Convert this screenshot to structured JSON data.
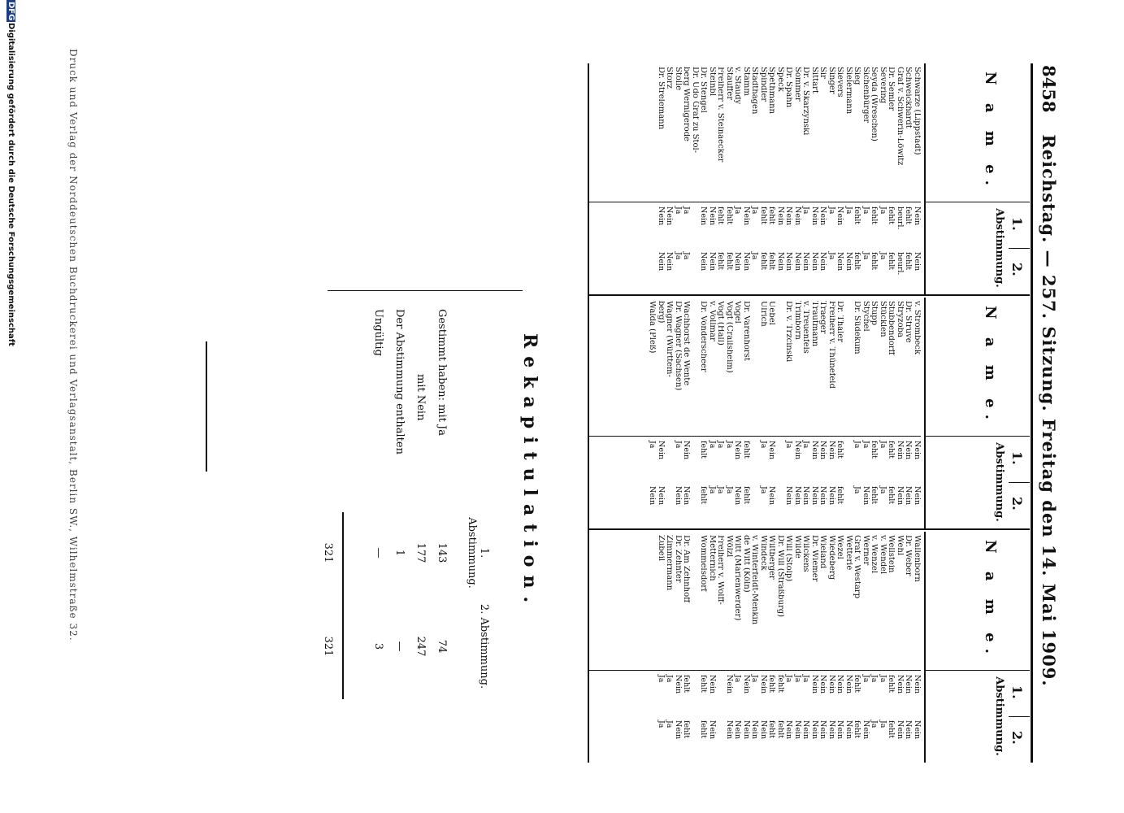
{
  "header": {
    "page_number": "8458",
    "title": "Reichstag. — 257. Sitzung. Freitag den 14. Mai 1909."
  },
  "table_header": {
    "name_label": "N a m e.",
    "vote1": "1.",
    "vote2": "2.",
    "vote_label": "Abstimmung."
  },
  "columns": [
    {
      "rows": [
        {
          "name": "Schwarze (Lippstadt)",
          "v1": "Nein",
          "v2": "Nein"
        },
        {
          "name": "Schweickhardt",
          "v1": "fehlt",
          "v2": "fehlt"
        },
        {
          "name": "Graf v. Schwerin-Löwitz",
          "v1": "beurl.",
          "v2": "beurl."
        },
        {
          "name": "Dr. Semler",
          "v1": "fehlt",
          "v2": "fehlt"
        },
        {
          "name": "Severing",
          "v1": "Ja",
          "v2": "Ja"
        },
        {
          "name": "Seyda (Wreschen)",
          "v1": "fehlt",
          "v2": "fehlt"
        },
        {
          "name": "Sichenbürger",
          "v1": "Ja",
          "v2": "Ja"
        },
        {
          "name": "Sieg",
          "v1": "fehlt",
          "v2": "fehlt"
        },
        {
          "name": "Sielermann",
          "v1": "Ja",
          "v2": "Nein"
        },
        {
          "name": "Sievers",
          "v1": "Nein",
          "v2": "Nein"
        },
        {
          "name": "Singer",
          "v1": "Ja",
          "v2": "Ja"
        },
        {
          "name": "Sir",
          "v1": "Nein",
          "v2": "Nein"
        },
        {
          "name": "Sittart",
          "v1": "Nein",
          "v2": "Nein"
        },
        {
          "name": "Dr. v. Skarzynski",
          "v1": "Ja",
          "v2": "Nein"
        },
        {
          "name": "Sommer",
          "v1": "Nein",
          "v2": "Nein"
        },
        {
          "name": "Dr. Spahn",
          "v1": "Nein",
          "v2": "Nein"
        },
        {
          "name": "Speck",
          "v1": "Nein",
          "v2": "Nein"
        },
        {
          "name": "Spethmann",
          "v1": "fehlt",
          "v2": "fehlt"
        },
        {
          "name": "Spindler",
          "v1": "fehlt",
          "v2": "fehlt"
        },
        {
          "name": "Stadthagen",
          "v1": "Ja",
          "v2": "Ja"
        },
        {
          "name": "Stamm",
          "v1": "Nein",
          "v2": "Nein"
        },
        {
          "name": "v. Staudy",
          "v1": "Ja",
          "v2": "Nein"
        },
        {
          "name": "Stauffer",
          "v1": "fehlt",
          "v2": "fehlt"
        },
        {
          "name": "Freiherr v. Steinaecker",
          "v1": "fehlt",
          "v2": "fehlt"
        },
        {
          "name": "Steinbl",
          "v1": "Nein",
          "v2": "Nein"
        },
        {
          "name": "Dr. Stengel",
          "v1": "Nein",
          "v2": "Nein"
        },
        {
          "name": "Dr. Udo Graf zu Stol-",
          "v1": "",
          "v2": ""
        },
        {
          "name": "berg Wernigerode",
          "v1": "Ja",
          "v2": "Ja"
        },
        {
          "name": "Stolle",
          "v1": "Ja",
          "v2": "Ja"
        },
        {
          "name": "Storz",
          "v1": "Nein",
          "v2": "Nein"
        },
        {
          "name": "Dr. Strelemann",
          "v1": "Nein",
          "v2": "Nein"
        }
      ]
    },
    {
      "rows": [
        {
          "name": "v. Strombeck",
          "v1": "Nein",
          "v2": "Nein"
        },
        {
          "name": "Dr. Struve",
          "v1": "Nein",
          "v2": "Nein"
        },
        {
          "name": "Stryzoba",
          "v1": "Nein",
          "v2": "Nein"
        },
        {
          "name": "Stubbendorff",
          "v1": "fehlt",
          "v2": "fehlt"
        },
        {
          "name": "Stücklen",
          "v1": "Ja",
          "v2": "Ja"
        },
        {
          "name": "Stupp",
          "v1": "fehlt",
          "v2": "fehlt"
        },
        {
          "name": "Stychel",
          "v1": "Ja",
          "v2": "Nein"
        },
        {
          "name": "Dr. Südekum",
          "v1": "Ja",
          "v2": "Ja"
        },
        {
          "name": "",
          "v1": "",
          "v2": ""
        },
        {
          "name": "Dr. Thaler",
          "v1": "fehlt",
          "v2": "fehlt"
        },
        {
          "name": "Freiherr v. Thünefeld",
          "v1": "Nein",
          "v2": "Nein"
        },
        {
          "name": "Traeger",
          "v1": "Nein",
          "v2": "Nein"
        },
        {
          "name": "Trautmann",
          "v1": "Nein",
          "v2": "Nein"
        },
        {
          "name": "v. Treuenfels",
          "v1": "Ja",
          "v2": "Nein"
        },
        {
          "name": "Trimborn",
          "v1": "Nein",
          "v2": "Nein"
        },
        {
          "name": "Dr. v. Trzcinski",
          "v1": "Ja",
          "v2": "Nein"
        },
        {
          "name": "",
          "v1": "",
          "v2": ""
        },
        {
          "name": "Uebel",
          "v1": "Nein",
          "v2": "Nein"
        },
        {
          "name": "Ulrich",
          "v1": "Ja",
          "v2": "Ja"
        },
        {
          "name": "",
          "v1": "",
          "v2": ""
        },
        {
          "name": "Dr. Varenhorst",
          "v1": "fehlt",
          "v2": "fehlt"
        },
        {
          "name": "Vogel",
          "v1": "Nein",
          "v2": "Nein"
        },
        {
          "name": "Vogt (Crailsheim)",
          "v1": "Ja",
          "v2": "Ja"
        },
        {
          "name": "Vogt (Hall)",
          "v1": "Ja",
          "v2": "Ja"
        },
        {
          "name": "v. Vollmar",
          "v1": "Ja",
          "v2": "Ja"
        },
        {
          "name": "Dr. Vonderscheer",
          "v1": "fehlt",
          "v2": "fehlt"
        },
        {
          "name": "",
          "v1": "",
          "v2": ""
        },
        {
          "name": "Wachhorst de Wente",
          "v1": "Nein",
          "v2": "Nein"
        },
        {
          "name": "Dr. Wagner (Sachsen)",
          "v1": "Ja",
          "v2": "Nein"
        },
        {
          "name": "Wagner (Württem-",
          "v1": "",
          "v2": ""
        },
        {
          "name": "berg)",
          "v1": "Nein",
          "v2": "Nein"
        },
        {
          "name": "Walda (Pleß)",
          "v1": "Ja",
          "v2": "Nein"
        }
      ]
    },
    {
      "rows": [
        {
          "name": "Wallenborn",
          "v1": "Nein",
          "v2": "Nein"
        },
        {
          "name": "Dr. Weber",
          "v1": "Nein",
          "v2": "Nein"
        },
        {
          "name": "Wehl",
          "v1": "Nein",
          "v2": "Nein"
        },
        {
          "name": "Wellstein",
          "v1": "fehlt",
          "v2": "fehlt"
        },
        {
          "name": "v. Wendel",
          "v1": "Ja",
          "v2": "Ja"
        },
        {
          "name": "v. Wenzel",
          "v1": "Ja",
          "v2": "Ja"
        },
        {
          "name": "Werner",
          "v1": "Ja",
          "v2": "Nein"
        },
        {
          "name": "Graf v. Westarp",
          "v1": "fehlt",
          "v2": "fehlt"
        },
        {
          "name": "Wetterlé",
          "v1": "Nein",
          "v2": "Nein"
        },
        {
          "name": "Wezel",
          "v1": "Nein",
          "v2": "Nein"
        },
        {
          "name": "Wiedeberg",
          "v1": "Nein",
          "v2": "Nein"
        },
        {
          "name": "Wieland",
          "v1": "Nein",
          "v2": "Nein"
        },
        {
          "name": "Dr. Wiemer",
          "v1": "Nein",
          "v2": "Nein"
        },
        {
          "name": "Wilckens",
          "v1": "Ja",
          "v2": "Nein"
        },
        {
          "name": "Wilde",
          "v1": "Ja",
          "v2": "Nein"
        },
        {
          "name": "Will (Stolp)",
          "v1": "Ja",
          "v2": "Nein"
        },
        {
          "name": "Dr. Will (Straßburg)",
          "v1": "fehlt",
          "v2": "fehlt"
        },
        {
          "name": "Wiltberger",
          "v1": "fehlt",
          "v2": "fehlt"
        },
        {
          "name": "Windeck",
          "v1": "Nein",
          "v2": "Nein"
        },
        {
          "name": "v. Winterfeldt-Menkin",
          "v1": "Ja",
          "v2": "Nein"
        },
        {
          "name": "de Witt (Köln)",
          "v1": "Nein",
          "v2": "Nein"
        },
        {
          "name": "Witt (Marienwerder)",
          "v1": "Ja",
          "v2": "Nein"
        },
        {
          "name": "Wölzl",
          "v1": "Nein",
          "v2": "Nein"
        },
        {
          "name": "Freiherr v. Wolff-",
          "v1": "",
          "v2": ""
        },
        {
          "name": "Metternich",
          "v1": "Nein",
          "v2": "Nein"
        },
        {
          "name": "Wommelsdorf",
          "v1": "fehlt",
          "v2": "fehlt"
        },
        {
          "name": "",
          "v1": "",
          "v2": ""
        },
        {
          "name": "Dr. Am Zehnhoff",
          "v1": "fehlt",
          "v2": "fehlt"
        },
        {
          "name": "Dr. Zehnter",
          "v1": "Nein",
          "v2": "Nein"
        },
        {
          "name": "Zimmermann",
          "v1": "Ja",
          "v2": "Ja"
        },
        {
          "name": "Zubeil",
          "v1": "Ja",
          "v2": "Ja"
        }
      ]
    }
  ],
  "recap": {
    "title": "Rekapitulation.",
    "col1_head": "1. Abstimmung.",
    "col2_head": "2. Abstimmung.",
    "rows": [
      {
        "label": "Gestimmt haben: mit Ja",
        "a": "143",
        "b": "74"
      },
      {
        "label": "mit Nein",
        "a": "177",
        "b": "247"
      },
      {
        "label": "Der Abstimmung enthalten",
        "a": "1",
        "b": "—"
      },
      {
        "label": "Ungültig",
        "a": "—",
        "b": "3"
      }
    ],
    "total_a": "321",
    "total_b": "321"
  },
  "imprint": "Druck und Verlag der Norddeutschen Buchdruckerei und Verlagsanstalt, Berlin SW., Wilhelmstraße 32.",
  "dfg": {
    "logo": "DFG",
    "text": "Digitalisierung gefördert durch die Deutsche Forschungsgemeinschaft"
  }
}
